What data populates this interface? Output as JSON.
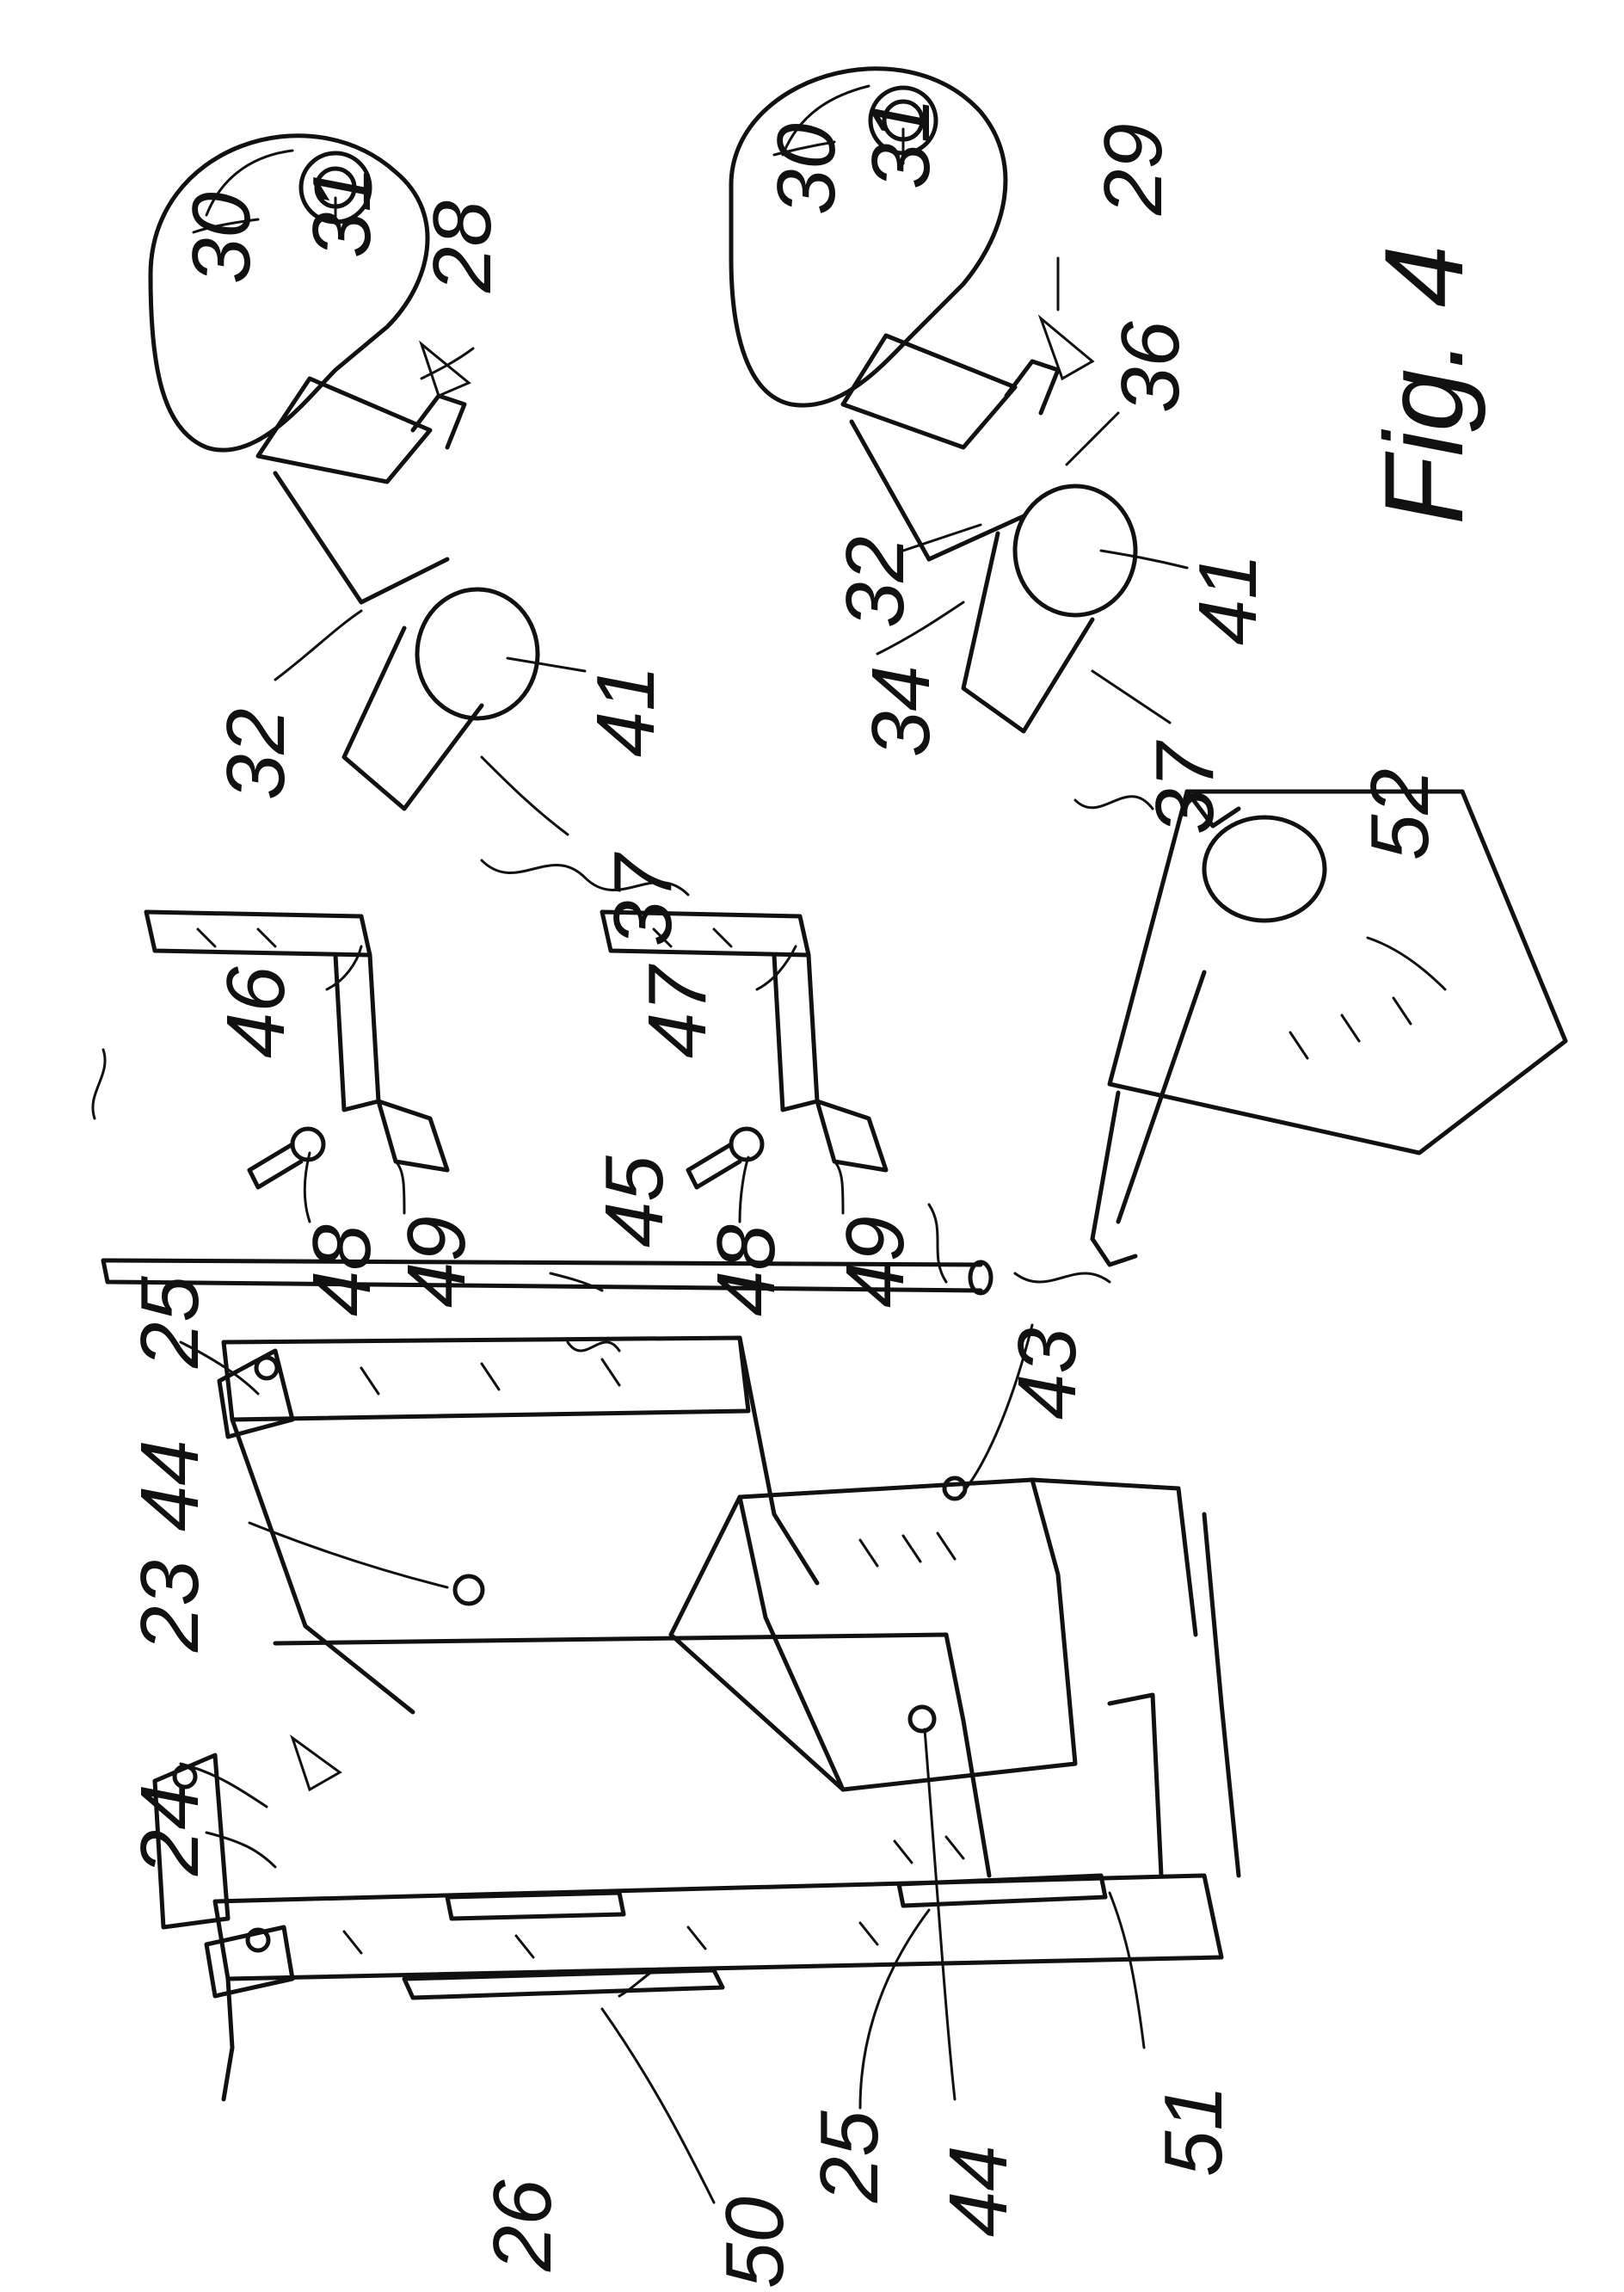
{
  "figure": {
    "title": "Fig. 4",
    "labels": {
      "l24": "24",
      "l23": "23",
      "l44a": "44",
      "l25a": "25",
      "l26": "26",
      "l50": "50",
      "l25b": "25",
      "l44b": "44",
      "l51": "51",
      "l43": "43",
      "l45": "45",
      "l48a": "48",
      "l46": "46",
      "l49a": "49",
      "l48b": "48",
      "l47": "47",
      "l49b": "49",
      "l52": "52",
      "l30a": "30",
      "l31a": "31",
      "l28": "28",
      "l32a": "32",
      "l41a": "41",
      "l37a": "37",
      "l30b": "30",
      "l31b": "31",
      "l29": "29",
      "l36": "36",
      "l41b": "41",
      "l32b": "32",
      "l34": "34",
      "l37b": "37"
    }
  }
}
